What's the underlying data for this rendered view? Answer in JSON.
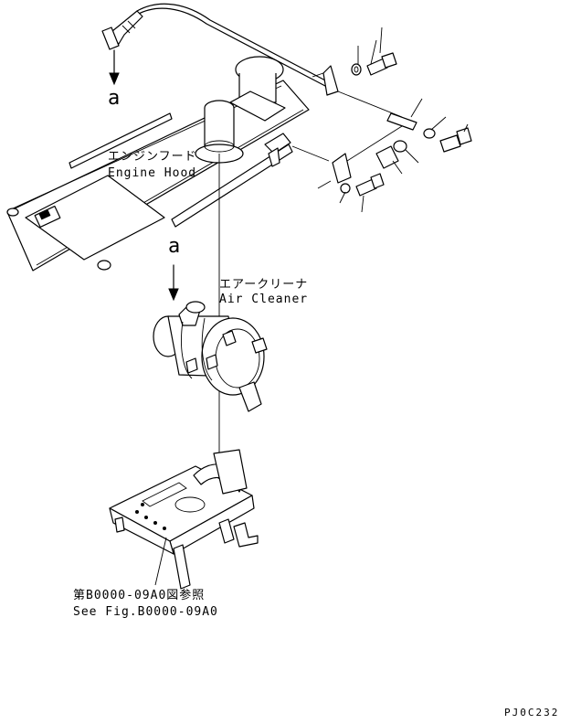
{
  "labels": {
    "engine_hood_jp": "エンジンフード",
    "engine_hood_en": "Engine Hood",
    "air_cleaner_jp": "エアークリーナ",
    "air_cleaner_en": "Air Cleaner",
    "ref_jp": "第B0000-09A0図参照",
    "ref_en": "See Fig.B0000-09A0",
    "marker_top": "a",
    "marker_mid": "a",
    "drawing_code": "PJ0C232"
  }
}
